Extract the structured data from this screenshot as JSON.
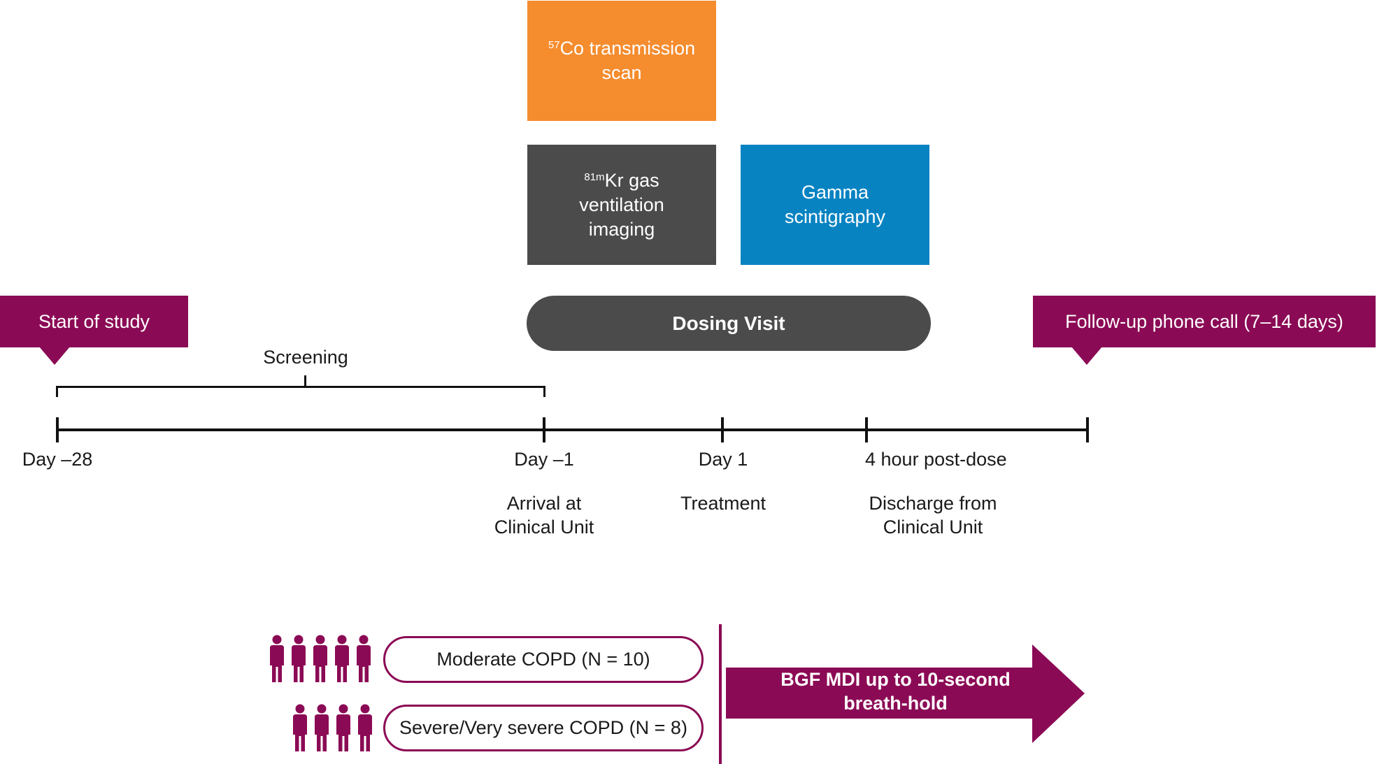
{
  "boxes": {
    "transmission": {
      "sup": "57",
      "line1": "Co transmission",
      "line2": "scan"
    },
    "ventilation": {
      "sup": "81m",
      "line1": "Kr gas",
      "line2": "ventilation",
      "line3": "imaging"
    },
    "gamma": {
      "line1": "Gamma",
      "line2": "scintigraphy"
    }
  },
  "dosing_visit": "Dosing Visit",
  "start_tag": "Start of study",
  "followup_tag": "Follow-up phone call (7–14 days)",
  "screening": "Screening",
  "timeline": [
    {
      "day": "Day –28",
      "desc": []
    },
    {
      "day": "Day –1",
      "desc": [
        "Arrival at",
        "Clinical Unit"
      ]
    },
    {
      "day": "Day 1",
      "desc": [
        "Treatment"
      ]
    },
    {
      "day": "4 hour post-dose",
      "desc": [
        "Discharge from",
        "Clinical Unit"
      ]
    }
  ],
  "cohorts": [
    {
      "label": "Moderate COPD (N = 10)",
      "icons": 5
    },
    {
      "label": "Severe/Very severe COPD (N = 8)",
      "icons": 4
    }
  ],
  "arrow": {
    "line1": "BGF MDI up to 10-second",
    "line2": "breath-hold"
  },
  "colors": {
    "orange": "#f58c2e",
    "gray": "#4b4b4b",
    "blue": "#0883c2",
    "maroon": "#8b0a55"
  }
}
